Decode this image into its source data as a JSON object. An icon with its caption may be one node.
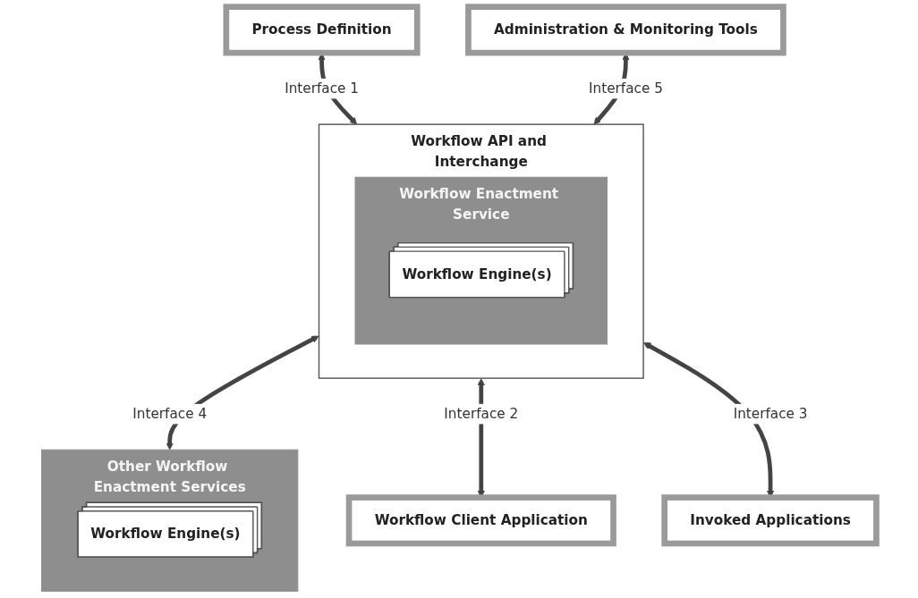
{
  "diagram": {
    "nodes": [
      {
        "text": [
          "Process Definition"
        ]
      },
      {
        "text": [
          "Workflow API and Interchange"
        ]
      },
      {
        "text": [
          "Workflow Enactment Service"
        ],
        "in": 1
      },
      {
        "text": [
          "Workflow Engine(s)"
        ],
        "in": 2
      },
      {
        "text": [
          "Administration & Monitoring Tools"
        ]
      },
      {
        "text": [
          "Other Workflow Enactment Services"
        ]
      },
      {
        "text": [
          "Workflow Engine(s)"
        ],
        "in": 5
      },
      {
        "text": [
          "Workflow Client Application"
        ]
      },
      {
        "text": [
          "Invoked Applications"
        ]
      }
    ],
    "edges": [
      {
        "from": 0,
        "to": 1,
        "arrow": "both",
        "label": "Interface 1"
      },
      {
        "from": 4,
        "to": 1,
        "arrow": "both",
        "label": "Interface 5"
      },
      {
        "from": 1,
        "to": 5,
        "arrow": "both",
        "label": "Interface 4"
      },
      {
        "from": 1,
        "to": 7,
        "arrow": "both",
        "label": "Interface 2"
      },
      {
        "from": 1,
        "to": 8,
        "arrow": "both",
        "label": "Interface 3"
      }
    ]
  }
}
